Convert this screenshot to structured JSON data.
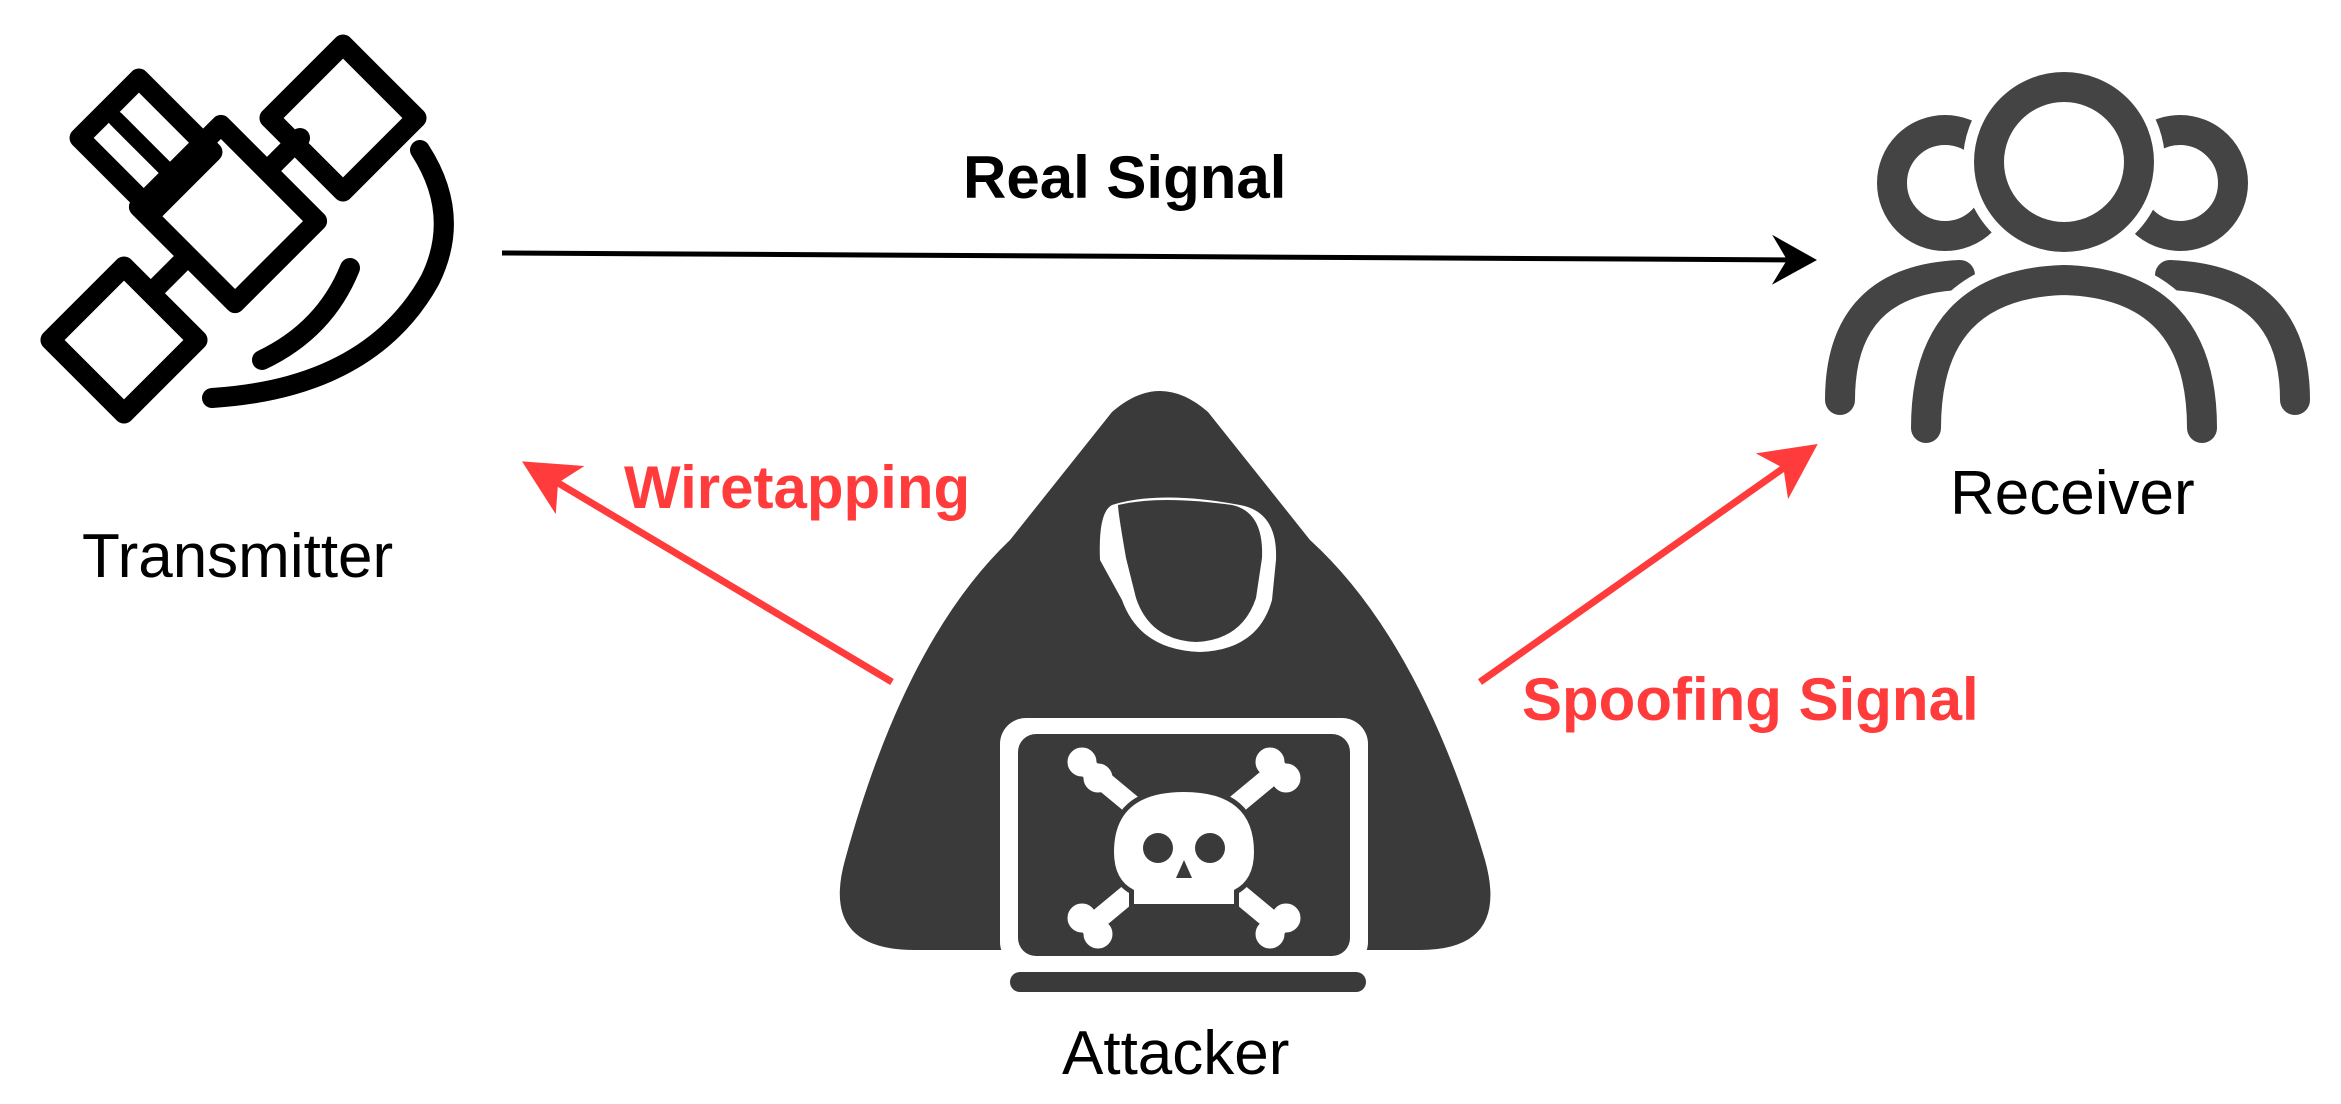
{
  "nodes": {
    "transmitter": {
      "label": "Transmitter",
      "icon": "satellite-icon"
    },
    "receiver": {
      "label": "Receiver",
      "icon": "users-group-icon"
    },
    "attacker": {
      "label": "Attacker",
      "icon": "hooded-hacker-laptop-icon",
      "laptop_icon": "skull-crossbones-icon"
    }
  },
  "edges": {
    "real_signal": {
      "label": "Real Signal",
      "from": "Transmitter",
      "to": "Receiver",
      "color": "#000000"
    },
    "wiretapping": {
      "label": "Wiretapping",
      "from": "Attacker",
      "to": "Transmitter",
      "color": "#ff3b3b"
    },
    "spoofing_signal": {
      "label": "Spoofing Signal",
      "from": "Attacker",
      "to": "Receiver",
      "color": "#ff3b3b"
    }
  },
  "colors": {
    "icon_dark": "#3a3a3a",
    "icon_black": "#000000",
    "attack": "#ff3b3b",
    "background": "#ffffff"
  }
}
